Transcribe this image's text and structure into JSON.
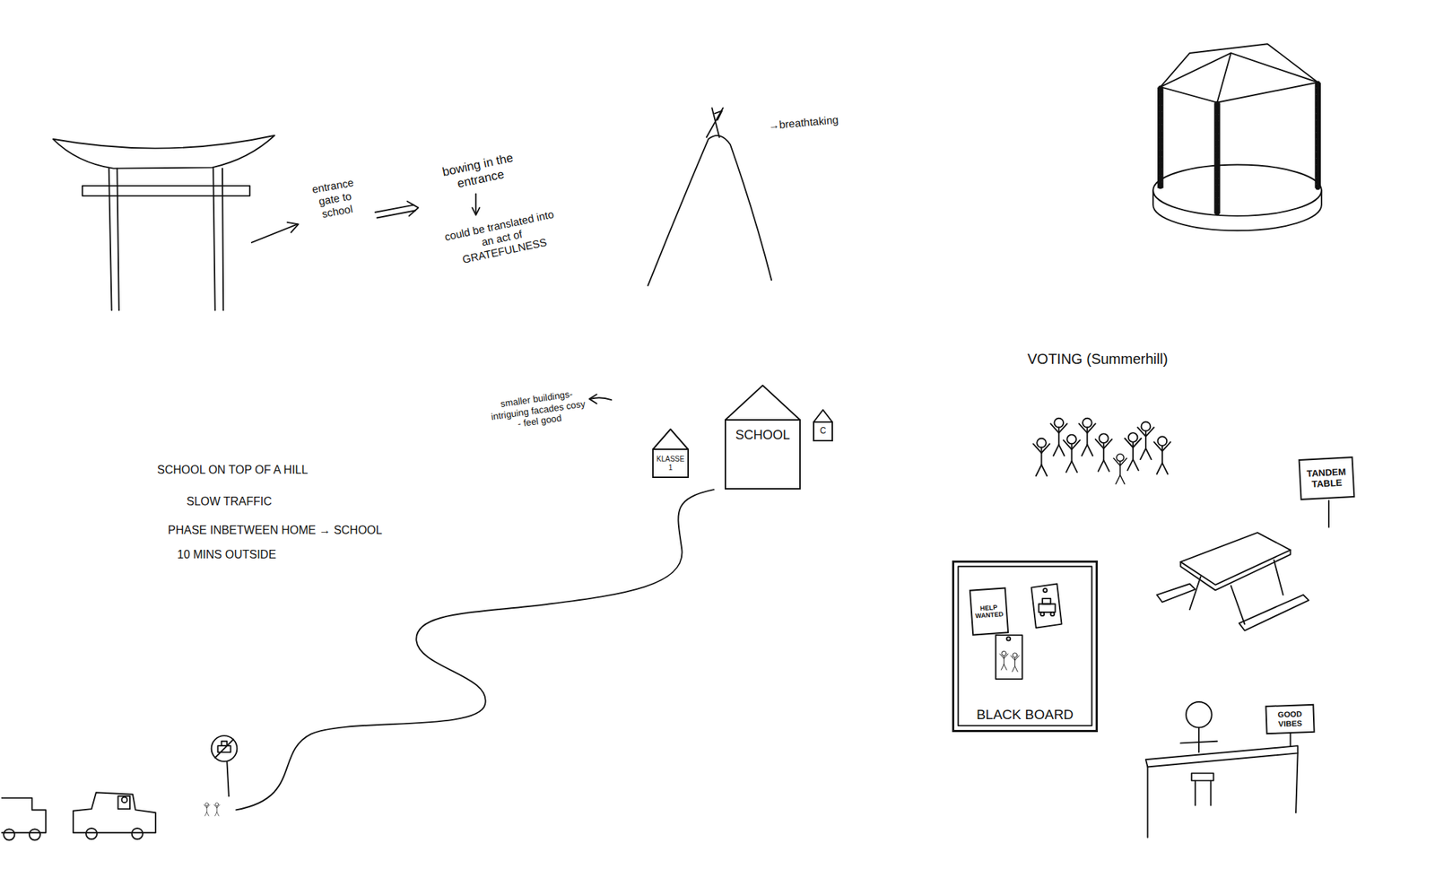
{
  "diagram": {
    "nodes": [
      {
        "text": [
          "KLASSE 1"
        ]
      },
      {
        "text": [
          "SCHOOL"
        ]
      },
      {
        "text": [
          "C"
        ]
      },
      {
        "text": [
          "TANDEM TABLE"
        ]
      },
      {
        "text": [
          "BLACK BOARD"
        ]
      },
      {
        "text": [
          "HELP WANTED"
        ],
        "in": 4
      },
      {
        "text": [
          "GOOD VIBES"
        ]
      }
    ],
    "labels": [
      "entrance gate to school",
      "bowing in the entrance",
      "could be translated into an act of GRATEFULNESS",
      "→breathtaking",
      "smaller buildings- intriguing facades cosy - feel good",
      "SCHOOL ON TOP OF A HILL",
      "SLOW TRAFFIC",
      "PHASE INBETWEEN HOME → SCHOOL",
      "10 MINS OUTSIDE",
      "VOTING (Summerhill)"
    ]
  }
}
